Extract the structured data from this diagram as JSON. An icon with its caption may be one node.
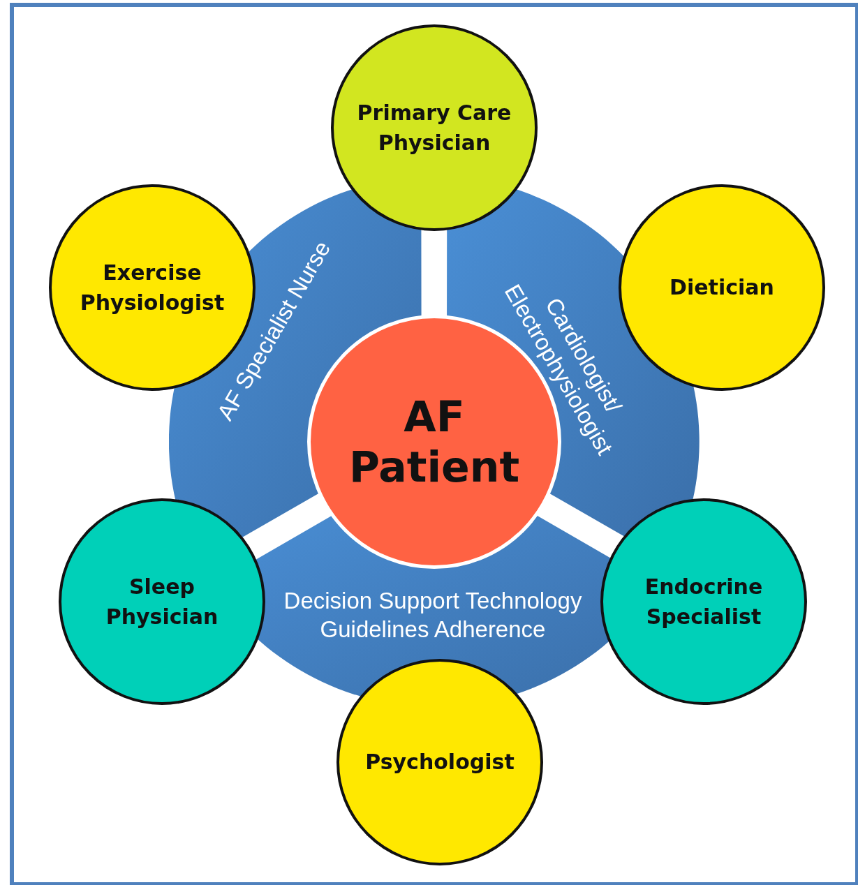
{
  "diagram": {
    "nodes": [
      {
        "text": [
          "Primary Care Physician"
        ]
      },
      {
        "text": [
          "Exercise Physiologist"
        ]
      },
      {
        "text": [
          "Dietician"
        ]
      },
      {
        "text": [
          "AF Specialist Nurse"
        ]
      },
      {
        "text": [
          "Cardiologist/ Electrophysiologist"
        ]
      },
      {
        "text": [
          "AF Patient"
        ]
      },
      {
        "text": [
          "Sleep Physician"
        ]
      },
      {
        "text": [
          "Endocrine Specialist"
        ]
      },
      {
        "text": [
          "Decision Support Technology Guidelines Adherence"
        ]
      },
      {
        "text": [
          "Psychologist"
        ]
      }
    ]
  }
}
